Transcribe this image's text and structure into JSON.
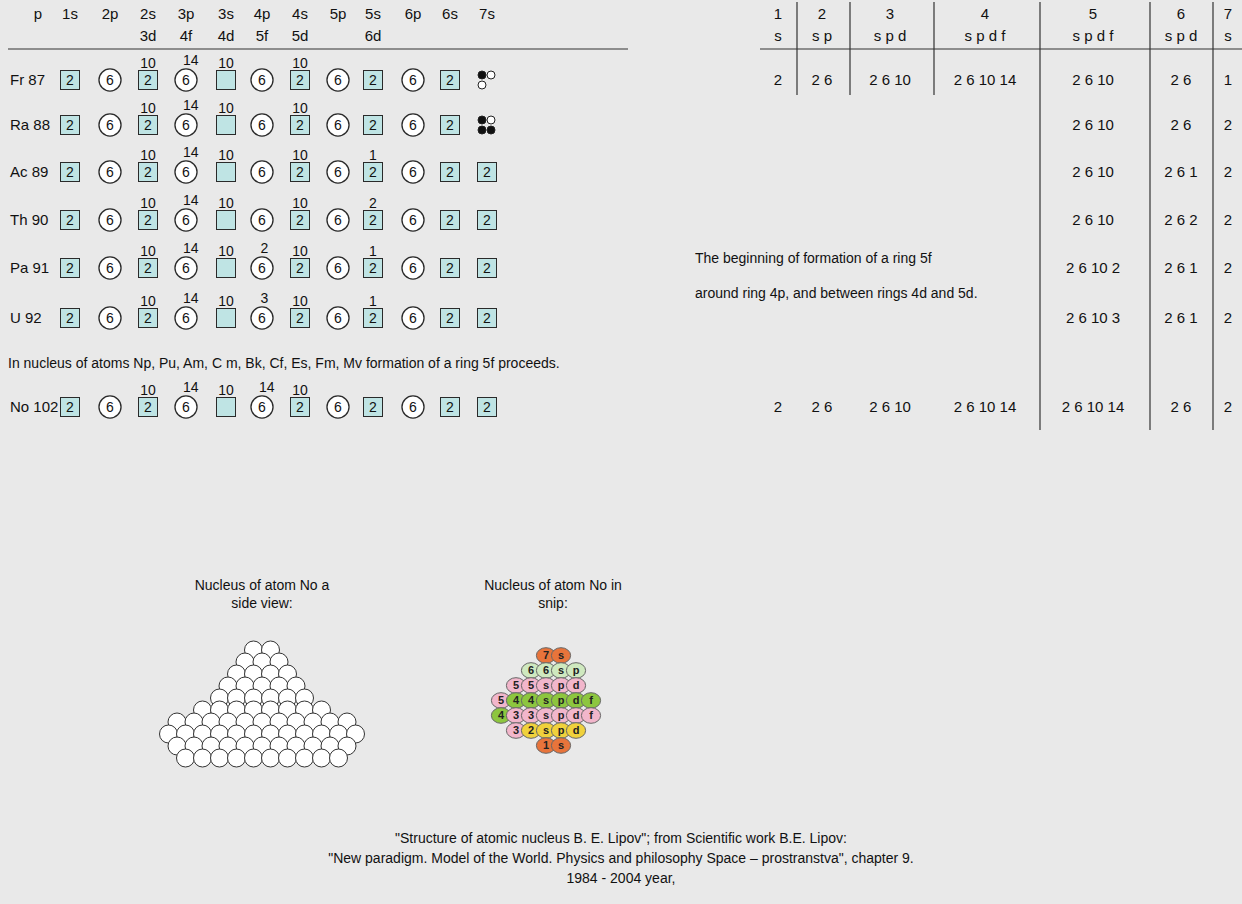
{
  "diagram": {
    "caption": "\"Structure of atomic nucleus B. E. Lipov\"; from Scientific work B.E. Lipov:",
    "nodes": [
      {
        "text": [
          "2"
        ]
      },
      {
        "text": [
          "6"
        ]
      },
      {
        "text": [
          "2",
          "10"
        ]
      },
      {
        "text": [
          "6",
          "14"
        ]
      },
      {
        "text": [
          "10"
        ]
      },
      {
        "text": [
          "6"
        ]
      },
      {
        "text": [
          "2",
          "10"
        ]
      },
      {
        "text": [
          "6"
        ]
      },
      {
        "text": [
          "2"
        ]
      },
      {
        "text": [
          "6"
        ]
      },
      {
        "text": [
          "2"
        ]
      },
      {
        "text": [
          "2"
        ]
      },
      {
        "text": [
          "6"
        ]
      },
      {
        "text": [
          "2",
          "10"
        ]
      },
      {
        "text": [
          "6",
          "14"
        ]
      },
      {
        "text": [
          "10"
        ]
      },
      {
        "text": [
          "6"
        ]
      },
      {
        "text": [
          "2",
          "10"
        ]
      },
      {
        "text": [
          "6"
        ]
      },
      {
        "text": [
          "2"
        ]
      },
      {
        "text": [
          "6"
        ]
      },
      {
        "text": [
          "2"
        ]
      },
      {
        "text": [
          "2"
        ]
      },
      {
        "text": [
          "6"
        ]
      },
      {
        "text": [
          "2",
          "10"
        ]
      },
      {
        "text": [
          "6",
          "14"
        ]
      },
      {
        "text": [
          "10"
        ]
      },
      {
        "text": [
          "6"
        ]
      },
      {
        "text": [
          "2",
          "10"
        ]
      },
      {
        "text": [
          "6"
        ]
      },
      {
        "text": [
          "2",
          "1"
        ]
      },
      {
        "text": [
          "6"
        ]
      },
      {
        "text": [
          "2"
        ]
      },
      {
        "text": [
          "2"
        ]
      },
      {
        "text": [
          "2"
        ]
      },
      {
        "text": [
          "6"
        ]
      },
      {
        "text": [
          "2",
          "10"
        ]
      },
      {
        "text": [
          "6",
          "14"
        ]
      },
      {
        "text": [
          "10"
        ]
      },
      {
        "text": [
          "6"
        ]
      },
      {
        "text": [
          "2",
          "10"
        ]
      },
      {
        "text": [
          "6"
        ]
      },
      {
        "text": [
          "2",
          "2"
        ]
      },
      {
        "text": [
          "6"
        ]
      },
      {
        "text": [
          "2"
        ]
      },
      {
        "text": [
          "2"
        ]
      },
      {
        "text": [
          "2"
        ]
      },
      {
        "text": [
          "6"
        ]
      },
      {
        "text": [
          "2",
          "10"
        ]
      },
      {
        "text": [
          "6",
          "14"
        ]
      },
      {
        "text": [
          "10"
        ]
      },
      {
        "text": [
          "6",
          "2"
        ]
      },
      {
        "text": [
          "2",
          "10"
        ]
      },
      {
        "text": [
          "6"
        ]
      },
      {
        "text": [
          "2",
          "1"
        ]
      },
      {
        "text": [
          "6"
        ]
      },
      {
        "text": [
          "2"
        ]
      },
      {
        "text": [
          "2"
        ]
      },
      {
        "text": [
          "2"
        ]
      },
      {
        "text": [
          "6"
        ]
      },
      {
        "text": [
          "2",
          "10"
        ]
      },
      {
        "text": [
          "6",
          "14"
        ]
      },
      {
        "text": [
          "10"
        ]
      },
      {
        "text": [
          "6",
          "3"
        ]
      },
      {
        "text": [
          "2",
          "10"
        ]
      },
      {
        "text": [
          "6"
        ]
      },
      {
        "text": [
          "2",
          "1"
        ]
      },
      {
        "text": [
          "6"
        ]
      },
      {
        "text": [
          "2"
        ]
      },
      {
        "text": [
          "2"
        ]
      },
      {
        "text": [
          "2"
        ]
      },
      {
        "text": [
          "6"
        ]
      },
      {
        "text": [
          "2",
          "10"
        ]
      },
      {
        "text": [
          "6",
          "14"
        ]
      },
      {
        "text": [
          "10"
        ]
      },
      {
        "text": [
          "6",
          "14"
        ]
      },
      {
        "text": [
          "2",
          "10"
        ]
      },
      {
        "text": [
          "6"
        ]
      },
      {
        "text": [
          "2"
        ]
      },
      {
        "text": [
          "6"
        ]
      },
      {
        "text": [
          "2"
        ]
      },
      {
        "text": [
          "2"
        ]
      },
      {
        "text": [
          "7"
        ]
      },
      {
        "text": [
          "s"
        ]
      },
      {
        "text": [
          "6"
        ]
      },
      {
        "text": [
          "6"
        ]
      },
      {
        "text": [
          "s"
        ]
      },
      {
        "text": [
          "p"
        ]
      },
      {
        "text": [
          "5"
        ]
      },
      {
        "text": [
          "5"
        ]
      },
      {
        "text": [
          "s"
        ]
      },
      {
        "text": [
          "p"
        ]
      },
      {
        "text": [
          "d"
        ]
      },
      {
        "text": [
          "5"
        ]
      },
      {
        "text": [
          "4"
        ]
      },
      {
        "text": [
          "4"
        ]
      },
      {
        "text": [
          "s"
        ]
      },
      {
        "text": [
          "p"
        ]
      },
      {
        "text": [
          "d"
        ]
      },
      {
        "text": [
          "f"
        ]
      },
      {
        "text": [
          "4"
        ]
      },
      {
        "text": [
          "3"
        ]
      },
      {
        "text": [
          "3"
        ]
      },
      {
        "text": [
          "s"
        ]
      },
      {
        "text": [
          "p"
        ]
      },
      {
        "text": [
          "d"
        ]
      },
      {
        "text": [
          "f"
        ]
      },
      {
        "text": [
          "3"
        ]
      },
      {
        "text": [
          "2"
        ]
      },
      {
        "text": [
          "s"
        ]
      },
      {
        "text": [
          "p"
        ]
      },
      {
        "text": [
          "d"
        ]
      },
      {
        "text": [
          "1"
        ]
      },
      {
        "text": [
          "s"
        ]
      }
    ],
    "labels": [
      "p",
      "1s",
      "2p",
      "2s",
      "3p",
      "3s",
      "4p",
      "4s",
      "5p",
      "5s",
      "6p",
      "6s",
      "7s",
      "3d",
      "4f",
      "4d",
      "5f",
      "5d",
      "6d",
      "1",
      "2",
      "3",
      "4",
      "5",
      "6",
      "7",
      "s",
      "s p",
      "s p d",
      "s p d f",
      "s p d f",
      "s p d",
      "s",
      "Fr 87",
      "2",
      "2 6",
      "2 6 10",
      "2 6 10 14",
      "2 6 10",
      "2 6",
      "1",
      "Ra 88",
      "2 6 10",
      "2 6",
      "2",
      "Ac 89",
      "2 6 10",
      "2 6 1",
      "2",
      "Th 90",
      "2 6 10",
      "2 6 2",
      "2",
      "Pa 91",
      "2 6 10 2",
      "2 6 1",
      "2",
      "The beginning of formation of a ring 5f",
      "around ring 4p, and between rings 4d and 5d.",
      "U 92",
      "2 6 10 3",
      "2 6 1",
      "2",
      "In nucleus of atoms Np, Pu, Am, C m, Bk, Cf, Es, Fm, Mv formation of a ring 5f proceeds.",
      "No 102",
      "2",
      "2 6",
      "2 6 10",
      "2 6 10 14",
      "2 6 10 14",
      "2 6",
      "2",
      "Nucleus of atom No a side view:",
      "Nucleus of atom No in snip:",
      "\"New paradigm. Model of the World. Physics and philosophy Space – prostranstva\", chapter 9.",
      "1984 - 2004 year,"
    ]
  }
}
